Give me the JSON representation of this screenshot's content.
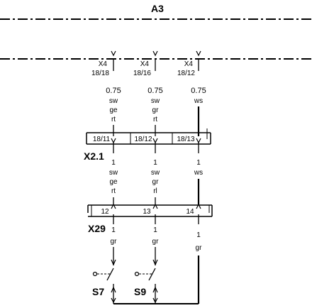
{
  "title": "A3",
  "connectors": [
    {
      "name": "X4",
      "pin": "18/18"
    },
    {
      "name": "X4",
      "pin": "18/16"
    },
    {
      "name": "X4",
      "pin": "18/12"
    }
  ],
  "wire_sizes": [
    "0.75",
    "0.75",
    "0.75"
  ],
  "colors_top": [
    [
      "sw",
      "ge",
      "rt"
    ],
    [
      "sw",
      "gr",
      "rt"
    ],
    [
      "ws"
    ]
  ],
  "terminal_x21": {
    "label": "X2.1",
    "pins": [
      "18/11",
      "18/12",
      "18/13"
    ],
    "lower_pins": [
      "1",
      "1",
      "1"
    ]
  },
  "colors_mid": [
    [
      "sw",
      "ge",
      "rt"
    ],
    [
      "sw",
      "gr",
      "rl"
    ],
    [
      "ws"
    ]
  ],
  "terminal_x29": {
    "label": "X29",
    "pins": [
      "12",
      "13",
      "14"
    ],
    "lower_pins": [
      "1",
      "1",
      "1"
    ]
  },
  "colors_bottom": [
    "gr",
    "gr",
    "gr"
  ],
  "switches": [
    "S7",
    "S9"
  ]
}
